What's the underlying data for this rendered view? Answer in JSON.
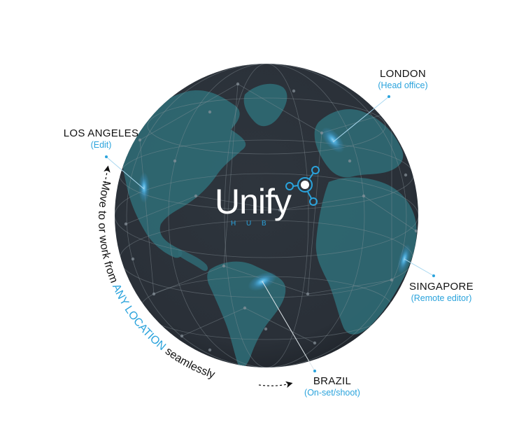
{
  "logo": {
    "wordmark": "Unify",
    "subtitle": "H U B",
    "colors": {
      "wordmark": "#ffffff",
      "subtitle": "#2aa3dc",
      "node_ring": "#2aa3dc"
    }
  },
  "globe": {
    "ocean_color": "#2b323a",
    "land_color": "#2f6a74",
    "network_line_color": "#8a949c",
    "hotspot_color": "#4fb3e6"
  },
  "locations": [
    {
      "city": "LONDON",
      "role": "(Head office)"
    },
    {
      "city": "LOS ANGELES",
      "role": "(Edit)"
    },
    {
      "city": "SINGAPORE",
      "role": "(Remote editor)"
    },
    {
      "city": "BRAZIL",
      "role": "(On-set/shoot)"
    }
  ],
  "tagline": {
    "prefix": "Move to or work from ",
    "highlight": "ANY LOCATION",
    "suffix": " seamlessly",
    "text_color": "#111111",
    "highlight_color": "#2aa3dc"
  }
}
